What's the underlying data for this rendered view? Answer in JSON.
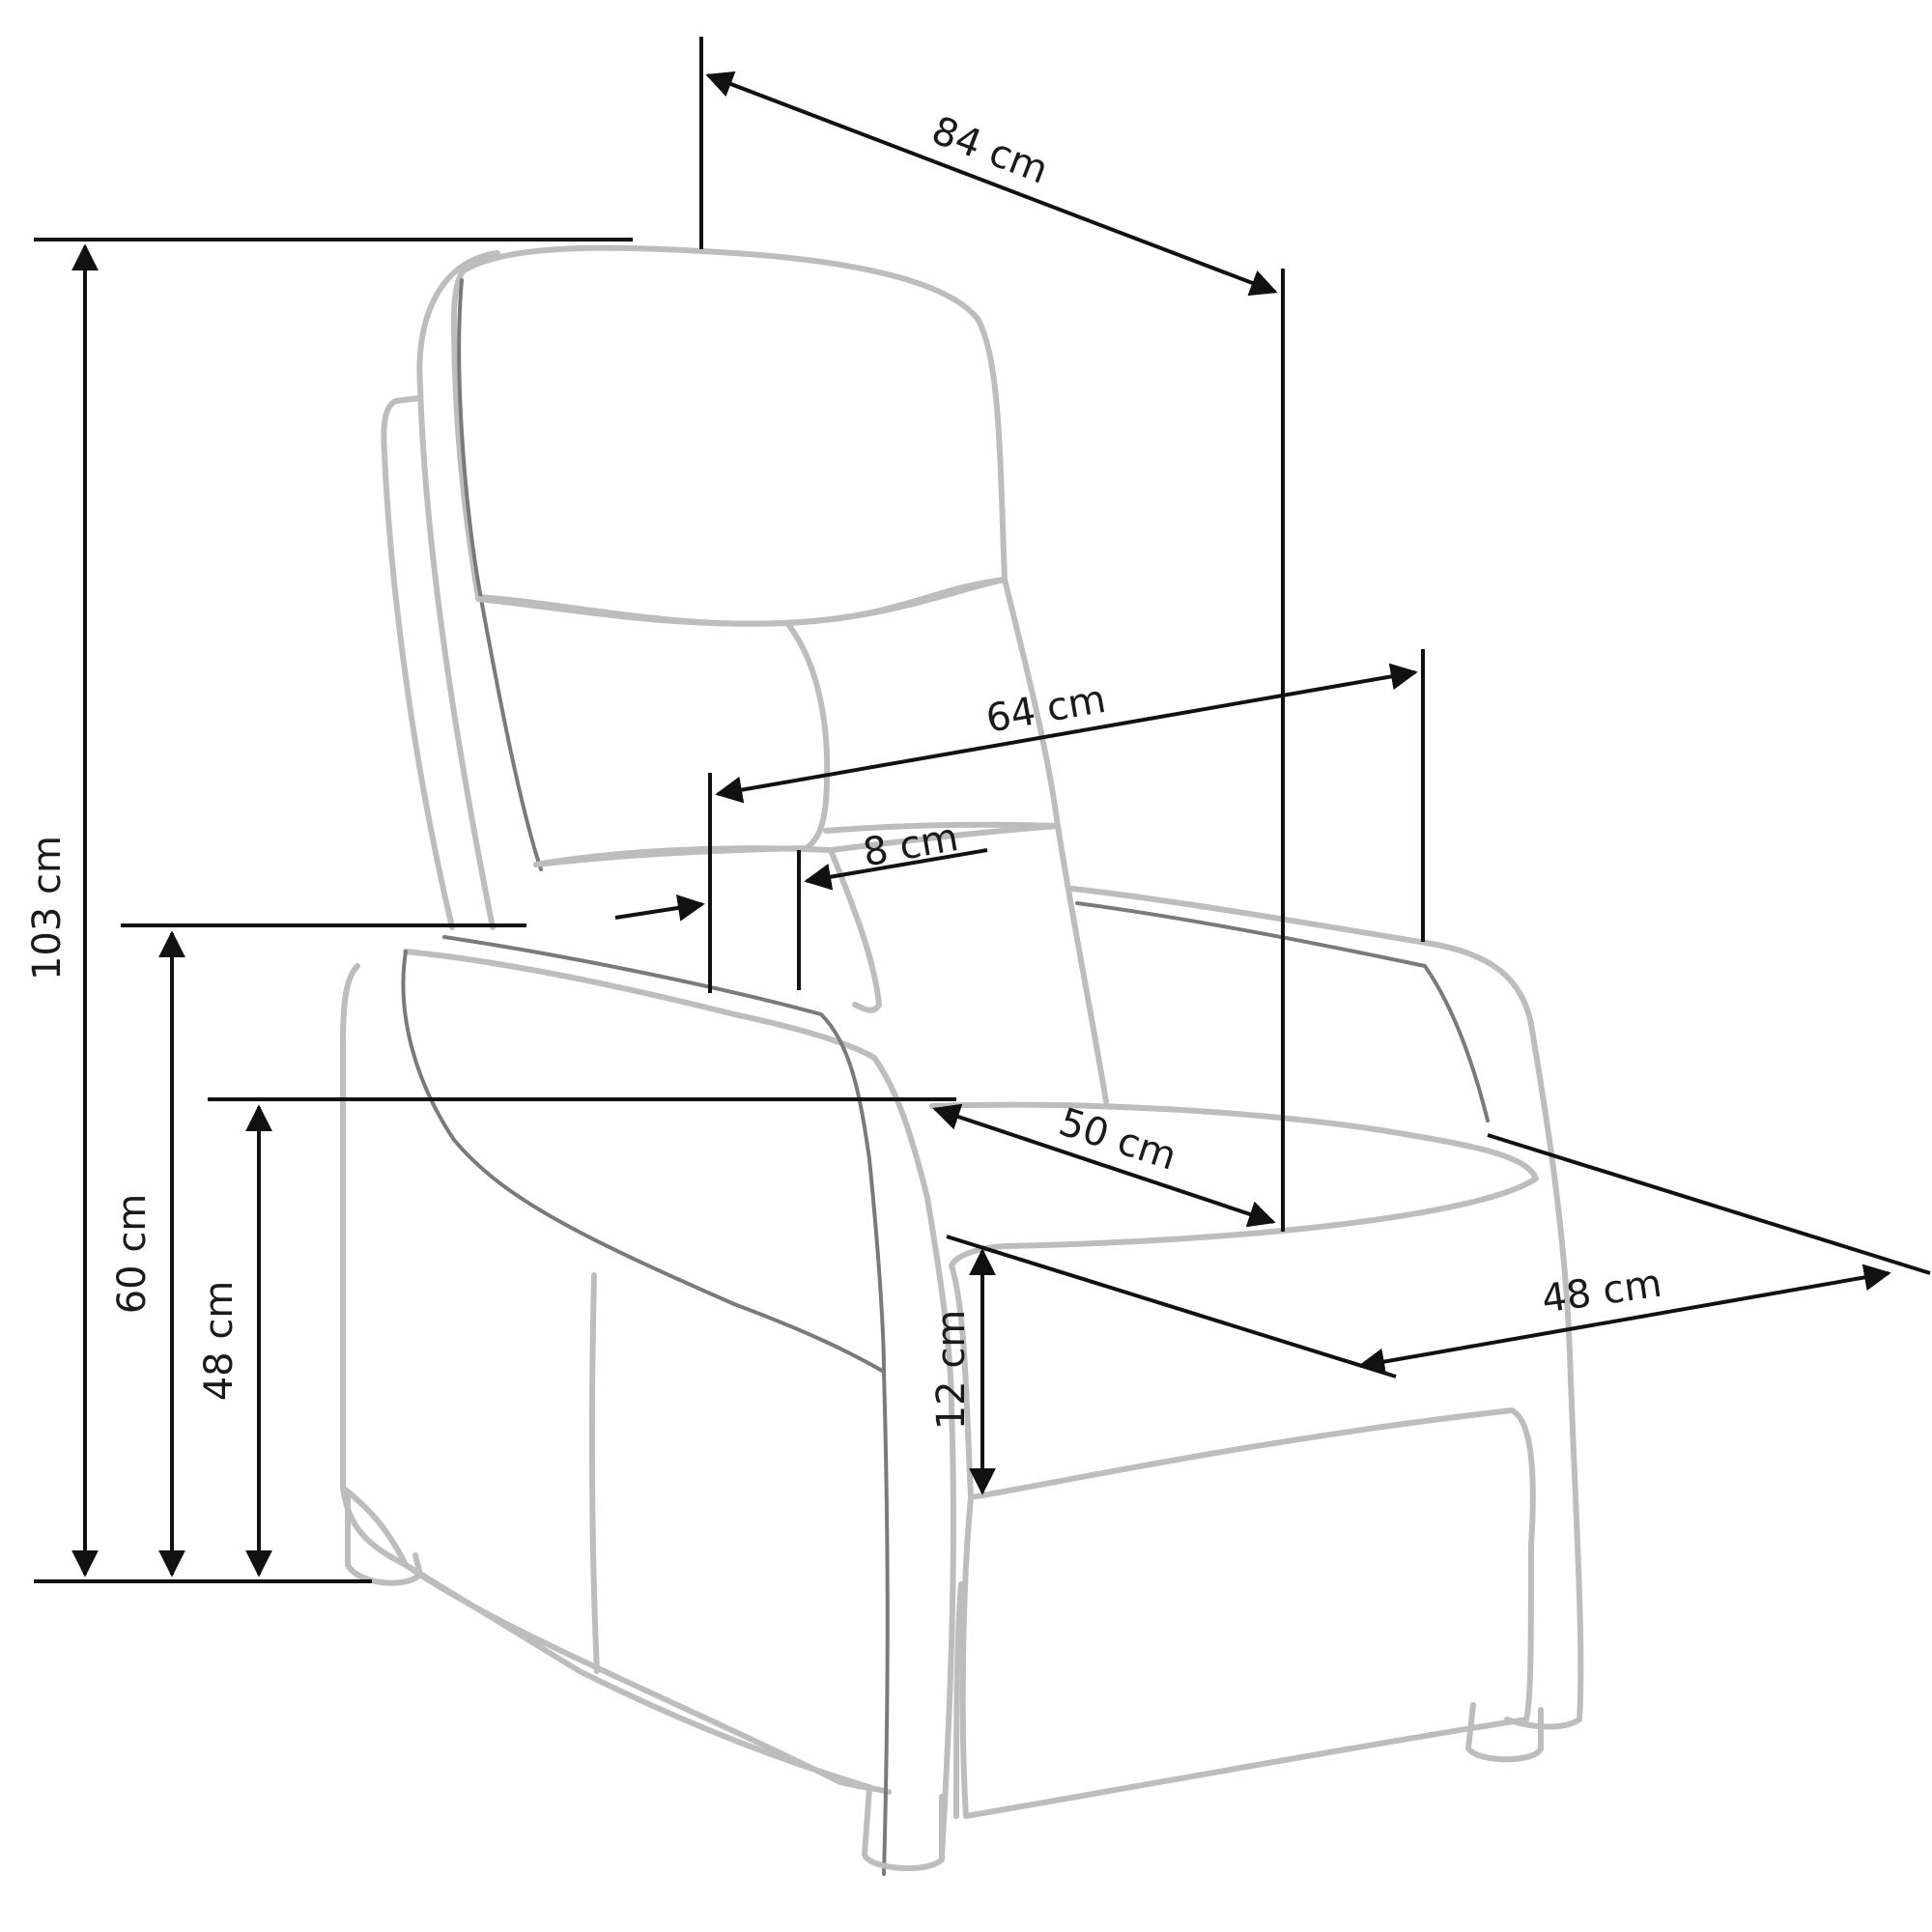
{
  "dimensions": {
    "depth": "84 cm",
    "height_total": "103 cm",
    "width": "64 cm",
    "armrest_width": "8 cm",
    "armrest_height": "60 cm",
    "seat_height": "48 cm",
    "seat_depth": "50 cm",
    "seat_width": "48 cm",
    "footrest": "12 cm"
  },
  "colors": {
    "outline": "#bdbdbd",
    "dimension_line": "#111111",
    "label": "#1a1a1a"
  }
}
